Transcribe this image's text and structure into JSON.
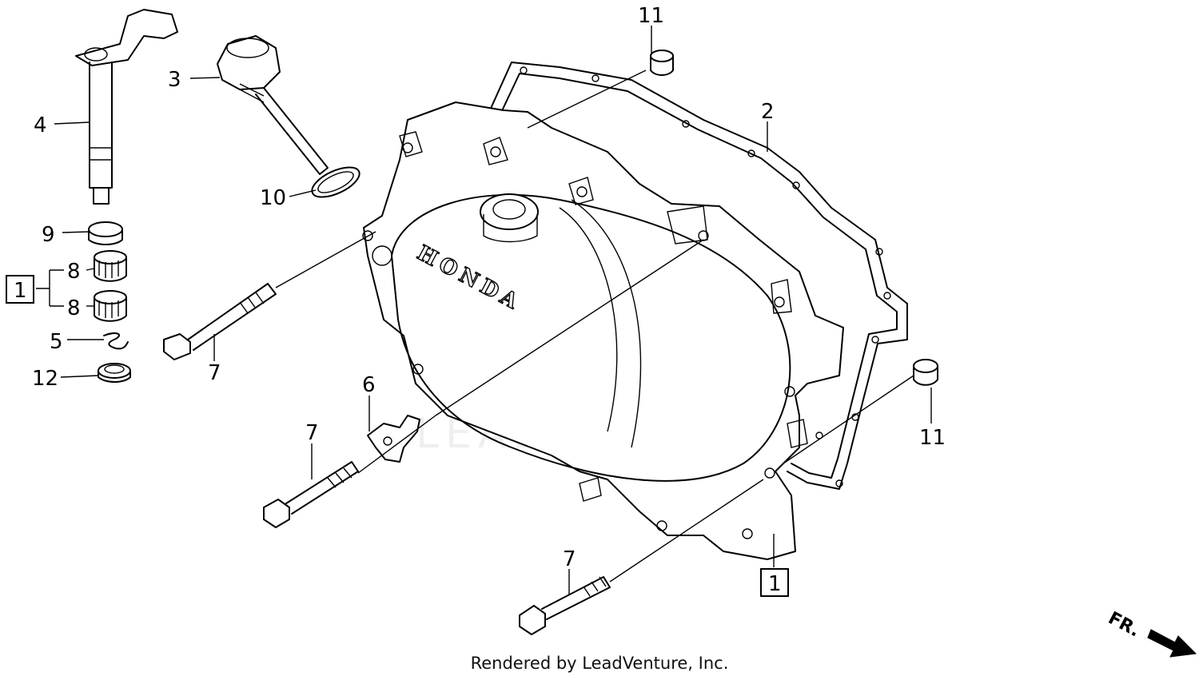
{
  "diagram": {
    "callouts": {
      "c1_top": "11",
      "c2": "2",
      "c3": "3",
      "c4": "4",
      "c10": "10",
      "c9": "9",
      "c8_a": "8",
      "c8_b": "8",
      "c1_box_left": "1",
      "c5": "5",
      "c12": "12",
      "c7_left": "7",
      "c6": "6",
      "c7_mid": "7",
      "c11_right": "11",
      "c1_box_right": "1",
      "c7_bottom": "7"
    },
    "cover_logo": "HONDA",
    "direction_label": "FR.",
    "watermark": "LEADVENTURE"
  },
  "footer": {
    "text": "Rendered by LeadVenture, Inc."
  }
}
